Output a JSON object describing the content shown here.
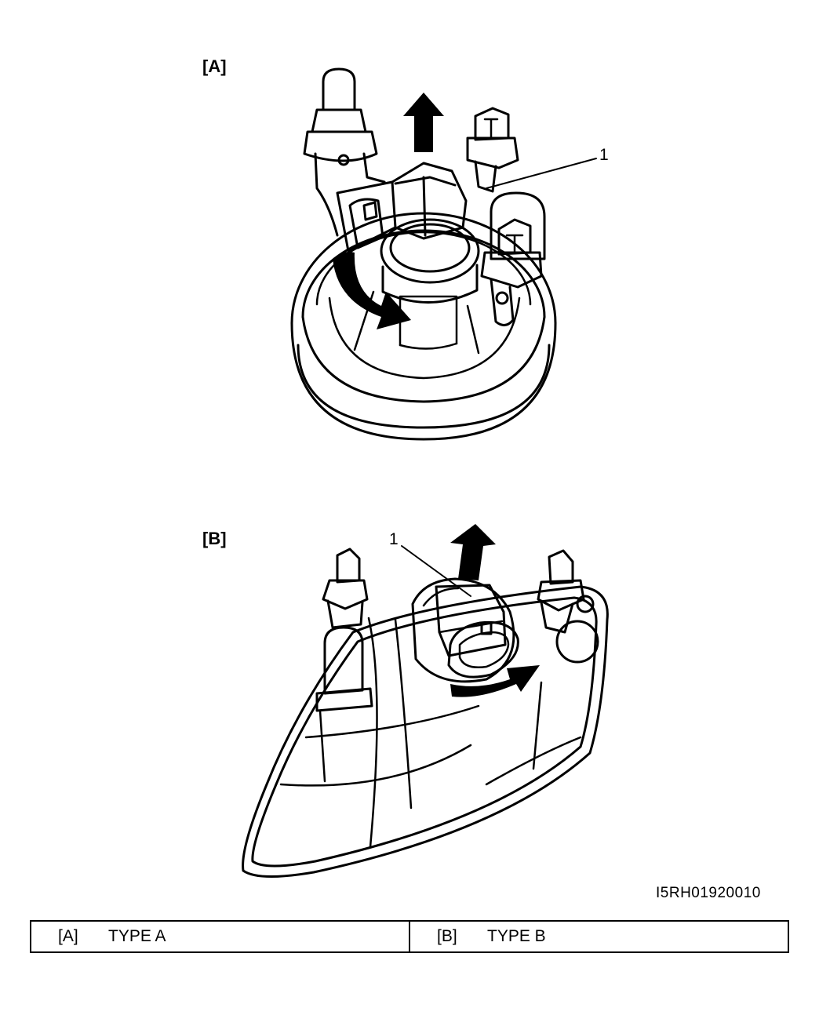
{
  "figure": {
    "type_a": {
      "label": "[A]",
      "callout": "1"
    },
    "type_b": {
      "label": "[B]",
      "callout": "1"
    },
    "figure_id": "I5RH01920010"
  },
  "legend": [
    {
      "key": "[A]",
      "text": "TYPE A"
    },
    {
      "key": "[B]",
      "text": "TYPE B"
    }
  ],
  "colors": {
    "line": "#000000",
    "background": "#ffffff"
  }
}
